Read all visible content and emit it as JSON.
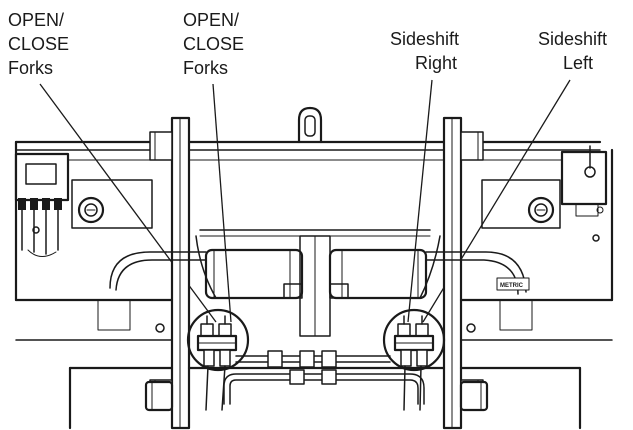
{
  "callouts": [
    {
      "lines": [
        "OPEN/",
        "CLOSE",
        "Forks"
      ]
    },
    {
      "lines": [
        "OPEN/",
        "CLOSE",
        "Forks"
      ]
    },
    {
      "lines": [
        "Sideshift",
        "Right"
      ]
    },
    {
      "lines": [
        "Sideshift",
        "Left"
      ]
    }
  ],
  "plate_text": "METRIC"
}
